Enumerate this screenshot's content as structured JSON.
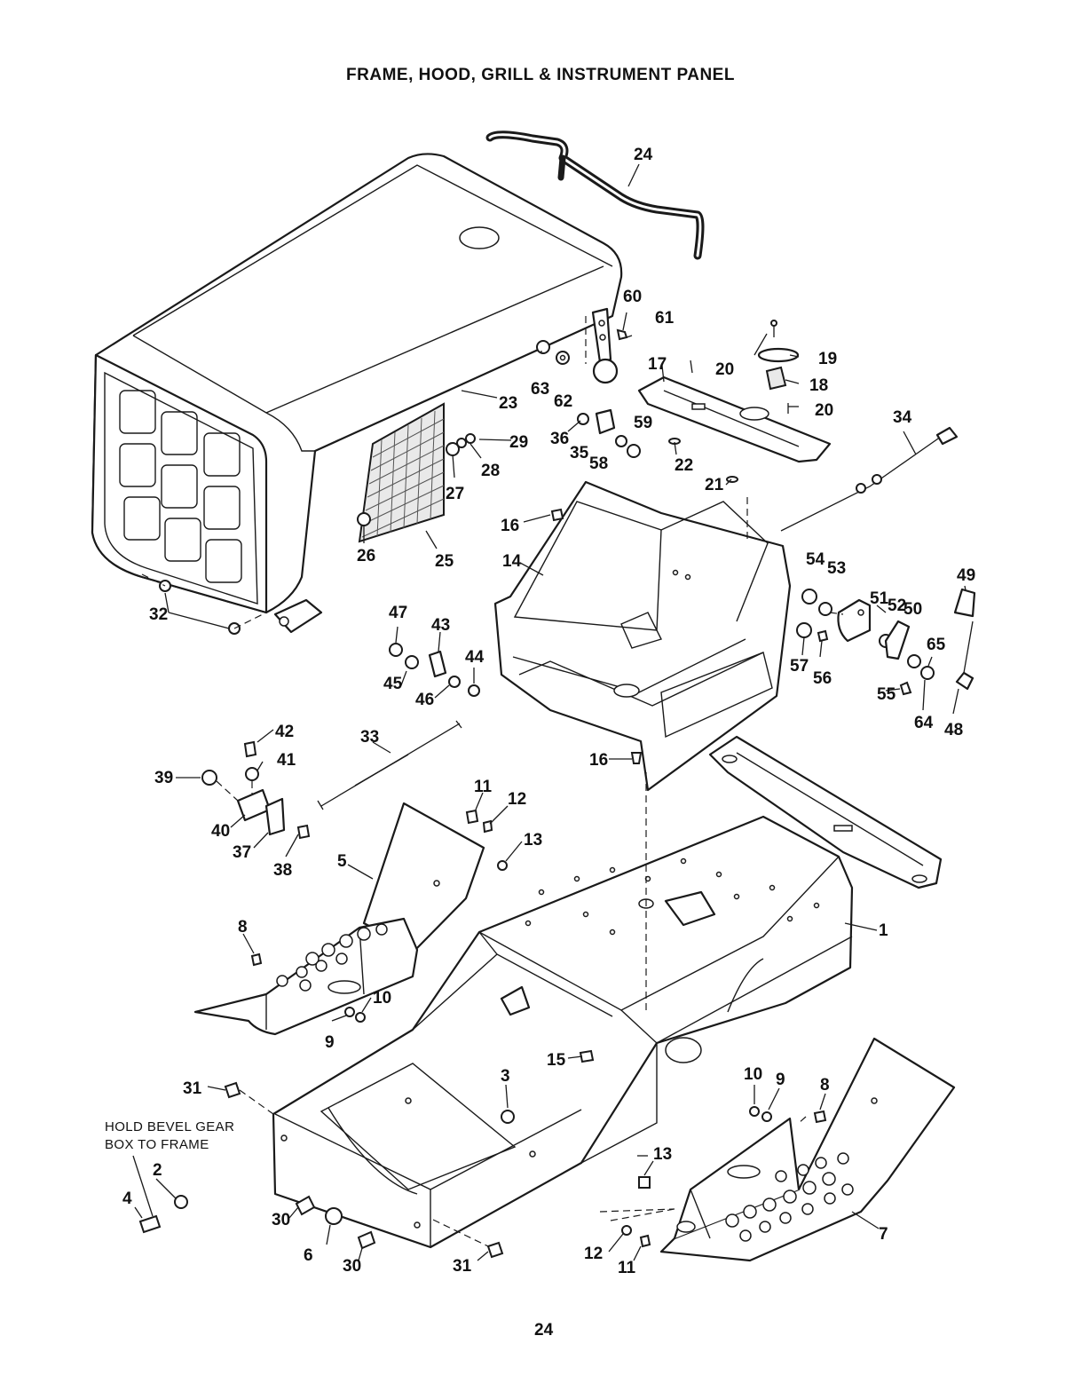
{
  "title": "FRAME, HOOD, GRILL & INSTRUMENT PANEL",
  "note": {
    "line1": "HOLD BEVEL GEAR",
    "line2": "BOX TO FRAME"
  },
  "page_number": "24",
  "callouts": {
    "c24": "24",
    "c60": "60",
    "c61": "61",
    "c63": "63",
    "c62": "62",
    "c23": "23",
    "c17": "17",
    "c20a": "20",
    "c19": "19",
    "c18": "18",
    "c20b": "20",
    "c34": "34",
    "c36": "36",
    "c35": "35",
    "c58": "58",
    "c59": "59",
    "c22": "22",
    "c21": "21",
    "c29": "29",
    "c28": "28",
    "c27": "27",
    "c26": "26",
    "c25": "25",
    "c16a": "16",
    "c14": "14",
    "c54": "54",
    "c53": "53",
    "c49": "49",
    "c51": "51",
    "c52": "52",
    "c50": "50",
    "c65": "65",
    "c57": "57",
    "c56": "56",
    "c55": "55",
    "c64": "64",
    "c48": "48",
    "c47": "47",
    "c43": "43",
    "c44": "44",
    "c45": "45",
    "c46": "46",
    "c32": "32",
    "c42": "42",
    "c41": "41",
    "c39": "39",
    "c40": "40",
    "c37": "37",
    "c38": "38",
    "c33": "33",
    "c16b": "16",
    "c11a": "11",
    "c12a": "12",
    "c13a": "13",
    "c5": "5",
    "c8a": "8",
    "c10a": "10",
    "c9a": "9",
    "c1": "1",
    "c15": "15",
    "c31a": "31",
    "c3": "3",
    "c10b": "10",
    "c9b": "9",
    "c8b": "8",
    "c2": "2",
    "c4": "4",
    "c30a": "30",
    "c6": "6",
    "c30b": "30",
    "c31b": "31",
    "c13b": "13",
    "c12b": "12",
    "c11b": "11",
    "c7": "7"
  }
}
